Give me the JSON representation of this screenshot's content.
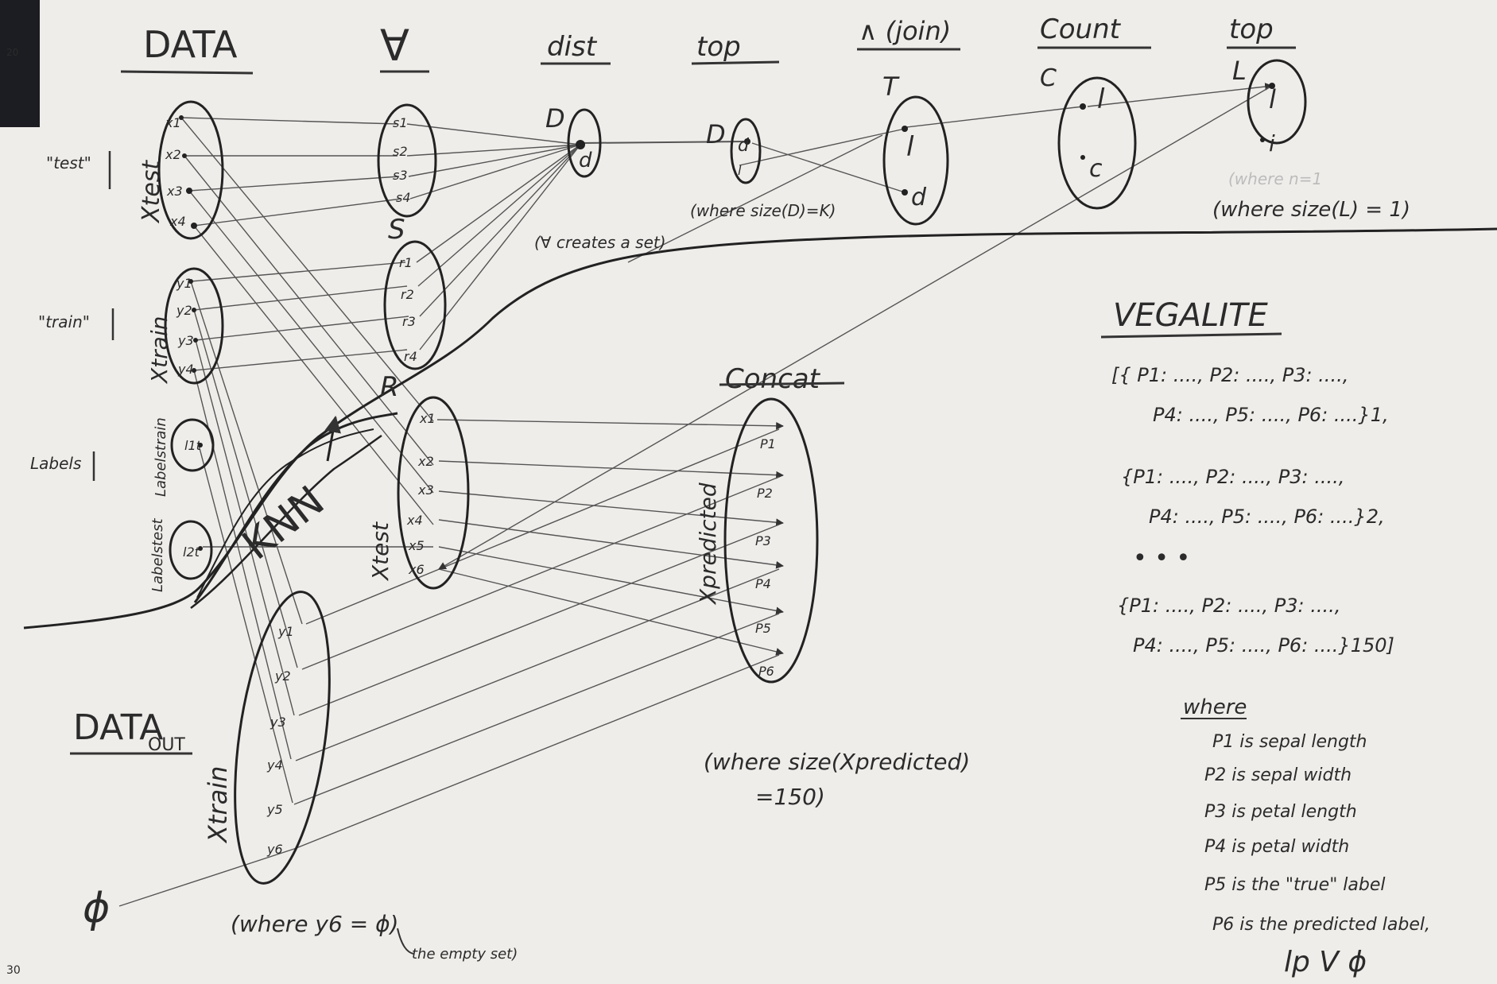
{
  "headers": {
    "data": "DATA",
    "forall": "∀",
    "dist": "dist",
    "top": "top",
    "join": "∧ (join)",
    "count": "Count",
    "top2": "top"
  },
  "side_labels": {
    "test": "\"test\"",
    "train": "\"train\"",
    "labels": "Labels"
  },
  "sets": {
    "x_test": "Xtest",
    "x_train": "Xtrain",
    "labels_train": "Labelstrain",
    "labels_test": "Labelstest",
    "s": "S",
    "r": "R",
    "d": "D",
    "d2": "D",
    "t": "T",
    "c": "C",
    "l": "L",
    "x_test_mid": "Xtest",
    "x_predicted": "Xpredicted",
    "x_train_out": "Xtrain"
  },
  "elements": {
    "x_test": [
      "x1",
      "x2",
      "x3",
      "x4"
    ],
    "x_train": [
      "y1",
      "y2",
      "y3",
      "y4"
    ],
    "l_train": "l1t",
    "l_test": "l2t",
    "s": [
      "s1",
      "s2",
      "s3",
      "s4"
    ],
    "r": [
      "r1",
      "r2",
      "r3",
      "r4"
    ],
    "dist": "d",
    "top": [
      "d",
      "l"
    ],
    "join": [
      "l",
      "d"
    ],
    "count": [
      "l",
      "c"
    ],
    "top2": [
      "l",
      "i"
    ],
    "x_test_mid": [
      "x1",
      "x2",
      "x3",
      "x4",
      "x5",
      "x6"
    ],
    "x_predicted": [
      "P1",
      "P2",
      "P3",
      "P4",
      "P5",
      "P6"
    ],
    "x_train_out": [
      "y1",
      "y2",
      "y3",
      "y4",
      "y5",
      "y6"
    ]
  },
  "knn": "KNN",
  "empty_set": "ϕ",
  "data_out": {
    "main": "DATA",
    "sub": "OUT"
  },
  "notes": {
    "forall_creates": "(∀ creates a set)",
    "where_size_d": "(where size(D)=K)",
    "where_n_faint": "(where n=1",
    "where_size_l": "(where size(L) = 1)",
    "concat": "Concat",
    "where_size_xpred_1": "(where size(Xpredicted)",
    "where_size_xpred_2": "=150)",
    "where_y6": "(where y6 = ϕ)",
    "empty_set_note": "the empty set)"
  },
  "vegalite": {
    "title": "VEGALITE",
    "records": [
      {
        "line1": "[{ P1: ...., P2: ...., P3: ....,",
        "line2": "P4: ...., P5: ...., P6: ....}1,"
      },
      {
        "line1": "{P1: ...., P2: ...., P3: ....,",
        "line2": "P4: ...., P5: ...., P6: ....}2,"
      },
      {
        "line1": "{P1: ...., P2: ...., P3: ....,",
        "line2": "P4: ...., P5: ...., P6: ....}150]"
      }
    ],
    "ellipsis": "• • •",
    "where_title": "where",
    "definitions": [
      "P1 is sepal length",
      "P2 is sepal width",
      "P3 is petal length",
      "P4 is petal width",
      "P5 is the \"true\" label",
      "P6 is the predicted label,"
    ],
    "final": "lp V ϕ"
  },
  "margin_marks": [
    "20",
    "30"
  ]
}
